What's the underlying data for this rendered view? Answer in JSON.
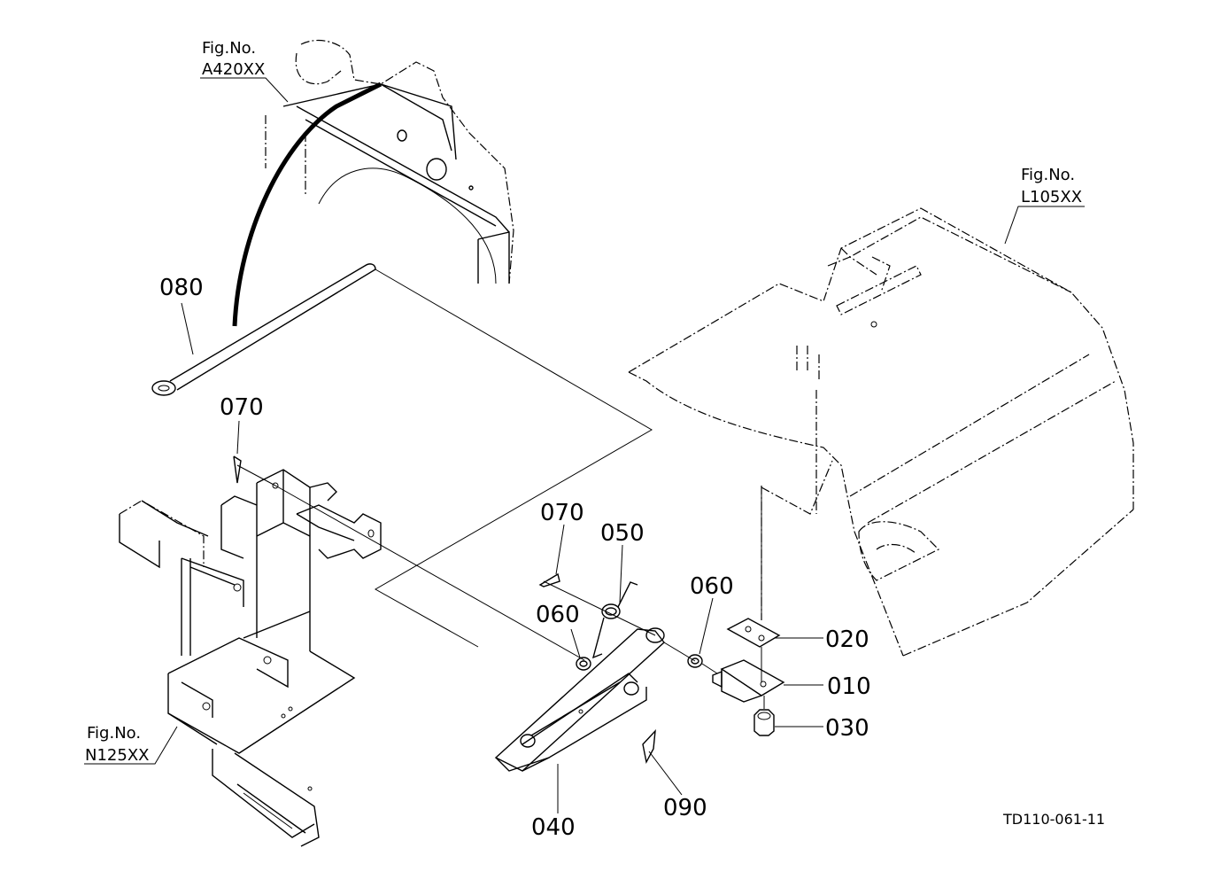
{
  "figure_refs": {
    "a420": {
      "line1": "Fig.No.",
      "line2": "A420XX"
    },
    "l105": {
      "line1": "Fig.No.",
      "line2": "L105XX"
    },
    "n125": {
      "line1": "Fig.No.",
      "line2": "N125XX"
    }
  },
  "parts": {
    "p010": "010",
    "p020": "020",
    "p030": "030",
    "p040": "040",
    "p050": "050",
    "p060a": "060",
    "p060b": "060",
    "p070a": "070",
    "p070b": "070",
    "p080": "080",
    "p090": "090"
  },
  "drawing_code": "TD110-061-11"
}
